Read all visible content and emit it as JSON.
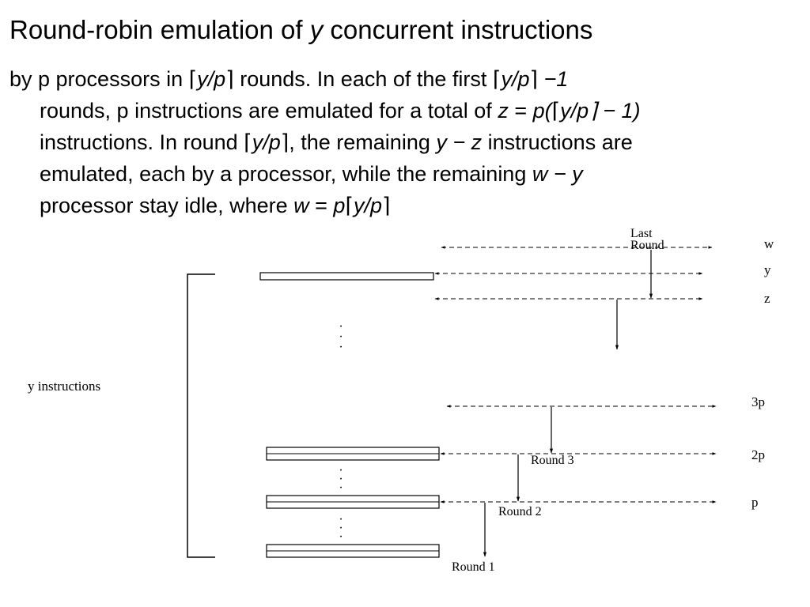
{
  "slide": {
    "title": {
      "pre": "Round-robin emulation of ",
      "var": "y",
      "post": " concurrent instructions"
    },
    "lines": [
      [
        {
          "t": "by p processors in ",
          "i": false
        },
        {
          "t": "⌈",
          "i": false
        },
        {
          "t": "y/p",
          "i": true
        },
        {
          "t": "⌉ rounds. In each of the first ",
          "i": false
        },
        {
          "t": "⌈",
          "i": false
        },
        {
          "t": "y/p",
          "i": true
        },
        {
          "t": "⌉ ",
          "i": false
        },
        {
          "t": "−1",
          "i": true
        }
      ],
      [
        {
          "t": "rounds, p instructions are emulated for a total of ",
          "i": false
        },
        {
          "t": "z",
          "i": true
        },
        {
          "t": " = ",
          "i": false
        },
        {
          "t": "p(",
          "i": true
        },
        {
          "t": "⌈",
          "i": false
        },
        {
          "t": "y/p",
          "i": true
        },
        {
          "t": "⌉ − 1)",
          "i": true
        }
      ],
      [
        {
          "t": "instructions. In round ",
          "i": false
        },
        {
          "t": "⌈",
          "i": false
        },
        {
          "t": "y/p",
          "i": true
        },
        {
          "t": "⌉, the remaining ",
          "i": false
        },
        {
          "t": "y − z",
          "i": true
        },
        {
          "t": " instructions are",
          "i": false
        }
      ],
      [
        {
          "t": "emulated, each by a processor, while the remaining ",
          "i": false
        },
        {
          "t": "w − y",
          "i": true
        }
      ],
      [
        {
          "t": "processor stay idle, where ",
          "i": false
        },
        {
          "t": "w",
          "i": true
        },
        {
          "t": " = ",
          "i": false
        },
        {
          "t": "p",
          "i": true
        },
        {
          "t": "⌈",
          "i": false
        },
        {
          "t": "y/p",
          "i": true
        },
        {
          "t": "⌉",
          "i": false
        }
      ]
    ]
  },
  "diagram": {
    "y_instructions_label": "y instructions",
    "level_labels": {
      "w": "w",
      "y": "y",
      "z": "z",
      "p3": "3p",
      "p2": "2p",
      "p1": "p"
    },
    "round_labels": {
      "last_line1": "Last",
      "last_line2": "Round",
      "r3": "Round 3",
      "r2": "Round 2",
      "r1": "Round 1"
    },
    "ellipsis": "·"
  }
}
